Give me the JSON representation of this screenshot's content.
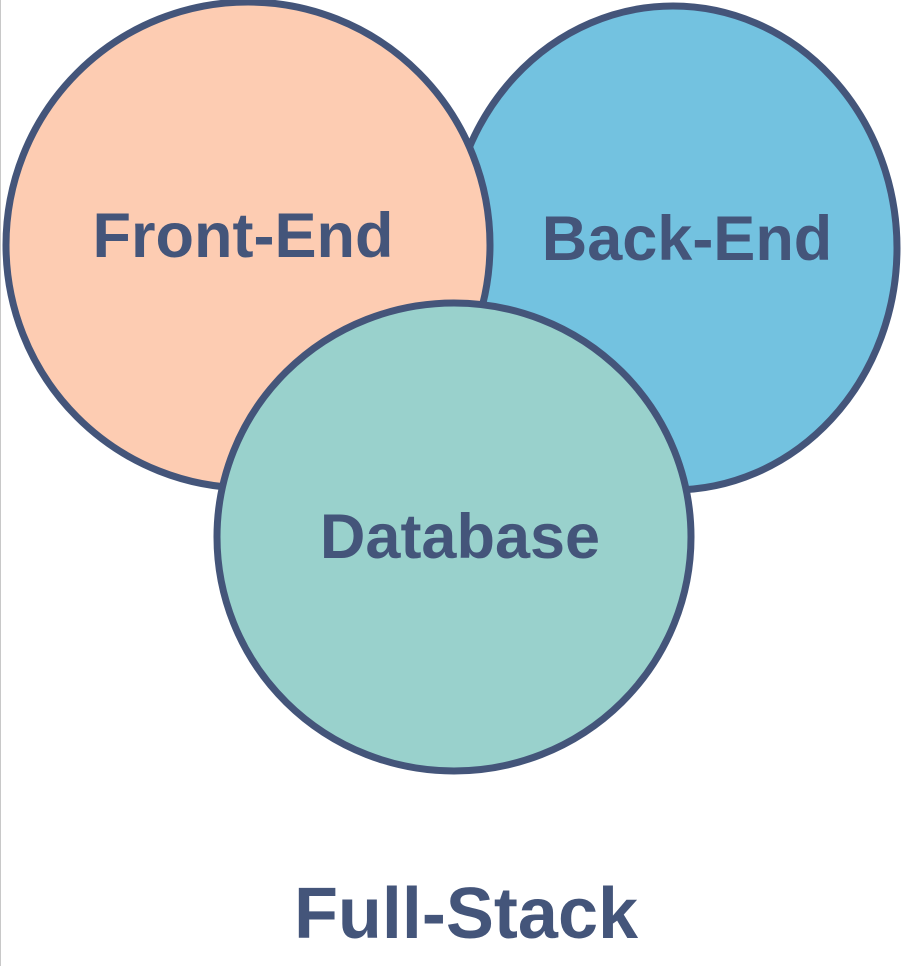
{
  "colors": {
    "outline": "#44557a",
    "front_end_fill": "#fdccb2",
    "back_end_fill": "#73c2e0",
    "database_fill": "#99d1cc",
    "text": "#44557a"
  },
  "diagram": {
    "circles": [
      {
        "id": "front-end",
        "label": "Front-End"
      },
      {
        "id": "back-end",
        "label": "Back-End"
      },
      {
        "id": "database",
        "label": "Database"
      }
    ],
    "footer_label": "Full-Stack"
  }
}
